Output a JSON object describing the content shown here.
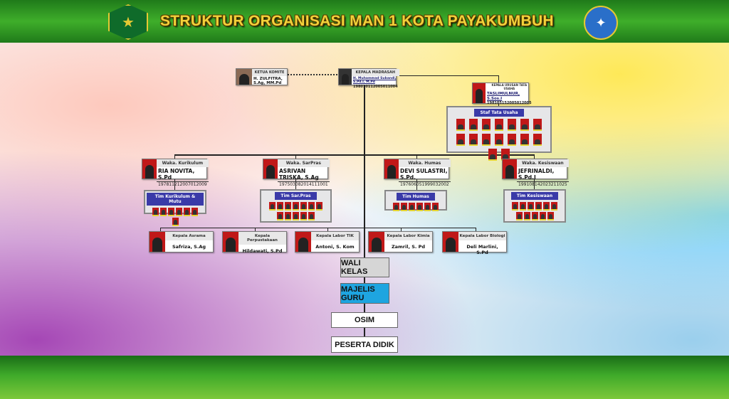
{
  "header": {
    "title": "STRUKTUR ORGANISASI MAN 1 KOTA PAYAKUMBUH",
    "logo_left_icon": "kemenag-logo-icon",
    "logo_right_icon": "man1-logo-icon"
  },
  "top": {
    "komite": {
      "role": "KETUA KOMITE",
      "name": "H. ZULFITRA, S.Ag, MM.Pd"
    },
    "kepala": {
      "role": "KEPALA MADRASAH",
      "name": "H. Muhammad Subandi, S.Pd.I, M.Pd",
      "nip": "198010112005011004"
    },
    "ktu": {
      "role": "KEPALA URUSAN TATA USAHA",
      "name": "TASLIMULNUR, S.Sos.I",
      "nip": "198105152005012005"
    },
    "staf": {
      "title": "Staf Tata Usaha",
      "count": 16
    }
  },
  "wakas": [
    {
      "role": "Waka. Kurikulum",
      "name": "RIA NOVITA, S.Pd",
      "nip": "197811212007012009",
      "team": "Tim Kurikulum & Mutu",
      "count": 7
    },
    {
      "role": "Waka. SarPras",
      "name": "ASRIVAN TRISKA, S.Ag",
      "nip": "197503082014111001",
      "team": "Tim Sar.Pras",
      "count": 12
    },
    {
      "role": "Waka. Humas",
      "name": "DEVI SULASTRI, S.Pd.",
      "nip": "197606051999032002",
      "team": "Tim Humas",
      "count": 6
    },
    {
      "role": "Waka. Kesiswaan",
      "name": "JEFRINALDI, S.Pd.I",
      "nip": "199108142023211025",
      "team": "Tim Kesiswaan",
      "count": 11
    }
  ],
  "kepalas": [
    {
      "role": "Kepala Asrama",
      "name": "Safriza, S.Ag"
    },
    {
      "role": "Kepala Perpustakaan",
      "name": "Hildawati, S.Pd"
    },
    {
      "role": "Kepala Labor TIK",
      "name": "Antoni, S. Kom"
    },
    {
      "role": "Kepala Labor Kimia",
      "name": "Zamril, S. Pd"
    },
    {
      "role": "Kepala Labor Biologi",
      "name": "Deli Marlini, S.Pd"
    }
  ],
  "bottom": {
    "wali": "WALI KELAS",
    "majelis": "MAJELIS GURU",
    "osim": "OSIM",
    "peserta": "PESERTA DIDIK"
  },
  "colors": {
    "majelis": "#1ea5e0",
    "team_title": "#3a3aa8",
    "green": "#2f9a22"
  }
}
